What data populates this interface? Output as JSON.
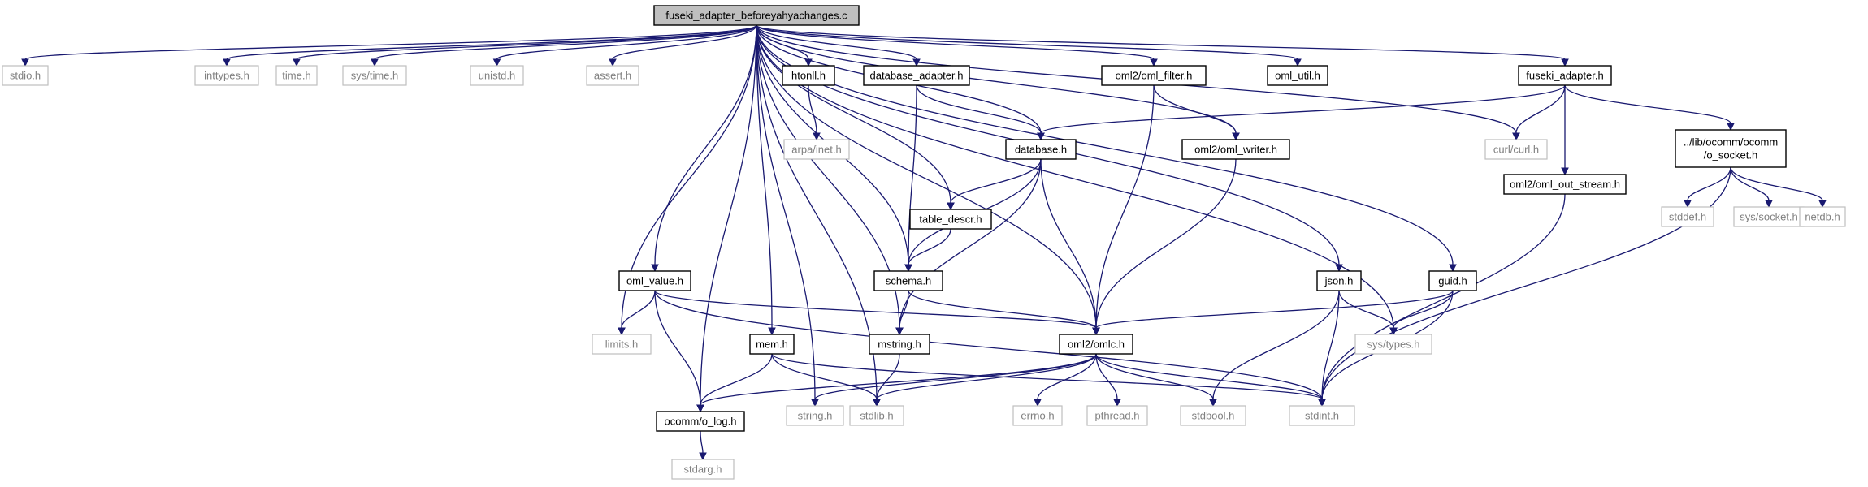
{
  "title": "fuseki_adapter_beforeyahyachanges.c",
  "colors": {
    "edge": "#191970",
    "root_fill": "#bfbfbf",
    "external_border": "#bfbfbf",
    "external_text": "#808080",
    "node_border": "#000000"
  },
  "nodes": [
    {
      "id": "root",
      "label": "fuseki_adapter_beforeyahyachanges.c",
      "kind": "root"
    },
    {
      "id": "stdio",
      "label": "stdio.h",
      "kind": "external"
    },
    {
      "id": "inttypes",
      "label": "inttypes.h",
      "kind": "external"
    },
    {
      "id": "time",
      "label": "time.h",
      "kind": "external"
    },
    {
      "id": "systime",
      "label": "sys/time.h",
      "kind": "external"
    },
    {
      "id": "unistd",
      "label": "unistd.h",
      "kind": "external"
    },
    {
      "id": "assert",
      "label": "assert.h",
      "kind": "external"
    },
    {
      "id": "htonll",
      "label": "htonll.h",
      "kind": "local"
    },
    {
      "id": "dbadapter",
      "label": "database_adapter.h",
      "kind": "local"
    },
    {
      "id": "omlfilter",
      "label": "oml2/oml_filter.h",
      "kind": "local"
    },
    {
      "id": "omlutil",
      "label": "oml_util.h",
      "kind": "local"
    },
    {
      "id": "fuseki",
      "label": "fuseki_adapter.h",
      "kind": "local"
    },
    {
      "id": "arpainet",
      "label": "arpa/inet.h",
      "kind": "external"
    },
    {
      "id": "database",
      "label": "database.h",
      "kind": "local"
    },
    {
      "id": "omlwriter",
      "label": "oml2/oml_writer.h",
      "kind": "local"
    },
    {
      "id": "curl",
      "label": "curl/curl.h",
      "kind": "external"
    },
    {
      "id": "osocket",
      "label": "../lib/ocomm/ocomm\n/o_socket.h",
      "kind": "local"
    },
    {
      "id": "tabledescr",
      "label": "table_descr.h",
      "kind": "local"
    },
    {
      "id": "stddef",
      "label": "stddef.h",
      "kind": "external"
    },
    {
      "id": "syssocket",
      "label": "sys/socket.h",
      "kind": "external"
    },
    {
      "id": "netdb",
      "label": "netdb.h",
      "kind": "external"
    },
    {
      "id": "omlout",
      "label": "oml2/oml_out_stream.h",
      "kind": "local"
    },
    {
      "id": "omlvalue",
      "label": "oml_value.h",
      "kind": "local"
    },
    {
      "id": "schema",
      "label": "schema.h",
      "kind": "local"
    },
    {
      "id": "json",
      "label": "json.h",
      "kind": "local"
    },
    {
      "id": "guid",
      "label": "guid.h",
      "kind": "local"
    },
    {
      "id": "limits",
      "label": "limits.h",
      "kind": "external"
    },
    {
      "id": "mem",
      "label": "mem.h",
      "kind": "local"
    },
    {
      "id": "mstring",
      "label": "mstring.h",
      "kind": "local"
    },
    {
      "id": "omlc",
      "label": "oml2/omlc.h",
      "kind": "local"
    },
    {
      "id": "systypes",
      "label": "sys/types.h",
      "kind": "external"
    },
    {
      "id": "ologh",
      "label": "ocomm/o_log.h",
      "kind": "local"
    },
    {
      "id": "string",
      "label": "string.h",
      "kind": "external"
    },
    {
      "id": "stdlib",
      "label": "stdlib.h",
      "kind": "external"
    },
    {
      "id": "errno",
      "label": "errno.h",
      "kind": "external"
    },
    {
      "id": "pthread",
      "label": "pthread.h",
      "kind": "external"
    },
    {
      "id": "stdbool",
      "label": "stdbool.h",
      "kind": "external"
    },
    {
      "id": "stdint",
      "label": "stdint.h",
      "kind": "external"
    },
    {
      "id": "stdarg",
      "label": "stdarg.h",
      "kind": "external"
    }
  ],
  "edges": [
    [
      "root",
      "stdio"
    ],
    [
      "root",
      "inttypes"
    ],
    [
      "root",
      "time"
    ],
    [
      "root",
      "systime"
    ],
    [
      "root",
      "unistd"
    ],
    [
      "root",
      "assert"
    ],
    [
      "root",
      "htonll"
    ],
    [
      "root",
      "dbadapter"
    ],
    [
      "root",
      "omlfilter"
    ],
    [
      "root",
      "omlutil"
    ],
    [
      "root",
      "fuseki"
    ],
    [
      "root",
      "database"
    ],
    [
      "root",
      "omlwriter"
    ],
    [
      "root",
      "curl"
    ],
    [
      "root",
      "tabledescr"
    ],
    [
      "root",
      "omlvalue"
    ],
    [
      "root",
      "schema"
    ],
    [
      "root",
      "json"
    ],
    [
      "root",
      "guid"
    ],
    [
      "root",
      "limits"
    ],
    [
      "root",
      "mem"
    ],
    [
      "root",
      "mstring"
    ],
    [
      "root",
      "omlc"
    ],
    [
      "root",
      "systypes"
    ],
    [
      "root",
      "ologh"
    ],
    [
      "root",
      "string"
    ],
    [
      "root",
      "stdlib"
    ],
    [
      "htonll",
      "arpainet"
    ],
    [
      "dbadapter",
      "database"
    ],
    [
      "dbadapter",
      "schema"
    ],
    [
      "omlfilter",
      "omlwriter"
    ],
    [
      "omlfilter",
      "omlc"
    ],
    [
      "fuseki",
      "database"
    ],
    [
      "fuseki",
      "curl"
    ],
    [
      "fuseki",
      "osocket"
    ],
    [
      "fuseki",
      "omlout"
    ],
    [
      "osocket",
      "stddef"
    ],
    [
      "osocket",
      "syssocket"
    ],
    [
      "osocket",
      "netdb"
    ],
    [
      "osocket",
      "stdint"
    ],
    [
      "database",
      "tabledescr"
    ],
    [
      "database",
      "schema"
    ],
    [
      "database",
      "mstring"
    ],
    [
      "database",
      "omlc"
    ],
    [
      "omlwriter",
      "omlc"
    ],
    [
      "tabledescr",
      "schema"
    ],
    [
      "omlout",
      "stdint"
    ],
    [
      "omlvalue",
      "limits"
    ],
    [
      "omlvalue",
      "ologh"
    ],
    [
      "omlvalue",
      "omlc"
    ],
    [
      "omlvalue",
      "stdint"
    ],
    [
      "schema",
      "mstring"
    ],
    [
      "schema",
      "omlc"
    ],
    [
      "json",
      "systypes"
    ],
    [
      "json",
      "stdbool"
    ],
    [
      "json",
      "stdint"
    ],
    [
      "guid",
      "omlc"
    ],
    [
      "guid",
      "systypes"
    ],
    [
      "guid",
      "stdint"
    ],
    [
      "mem",
      "ologh"
    ],
    [
      "mem",
      "stdlib"
    ],
    [
      "mem",
      "stdint"
    ],
    [
      "mstring",
      "stdlib"
    ],
    [
      "omlc",
      "ologh"
    ],
    [
      "omlc",
      "string"
    ],
    [
      "omlc",
      "stdlib"
    ],
    [
      "omlc",
      "errno"
    ],
    [
      "omlc",
      "pthread"
    ],
    [
      "omlc",
      "stdbool"
    ],
    [
      "omlc",
      "stdint"
    ],
    [
      "ologh",
      "stdarg"
    ]
  ]
}
